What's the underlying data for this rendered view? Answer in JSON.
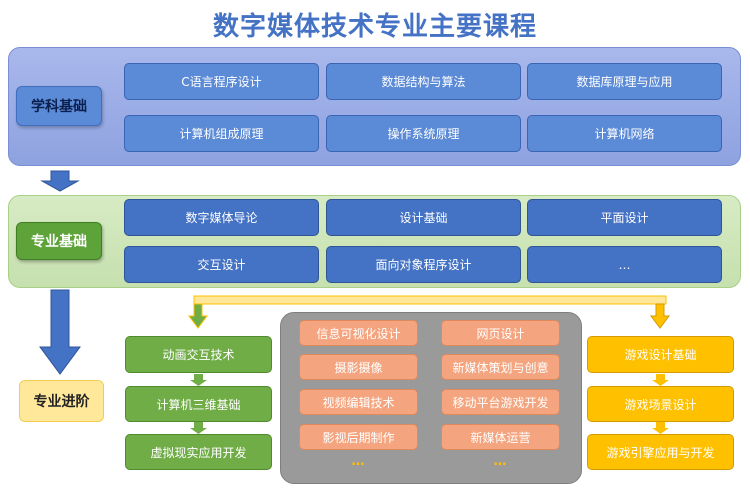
{
  "title": "数字媒体技术专业主要课程",
  "levels": {
    "basic": "学科基础",
    "major": "专业基础",
    "advanced": "专业进阶"
  },
  "basic_courses": [
    "C语言程序设计",
    "数据结构与算法",
    "数据库原理与应用",
    "计算机组成原理",
    "操作系统原理",
    "计算机网络"
  ],
  "major_courses": [
    "数字媒体导论",
    "设计基础",
    "平面设计",
    "交互设计",
    "面向对象程序设计",
    "…"
  ],
  "advanced": {
    "left_track": [
      "动画交互技术",
      "计算机三维基础",
      "虚拟现实应用开发"
    ],
    "middle_left": [
      "信息可视化设计",
      "摄影摄像",
      "视频编辑技术",
      "影视后期制作"
    ],
    "middle_right": [
      "网页设计",
      "新媒体策划与创意",
      "移动平台游戏开发",
      "新媒体运营"
    ],
    "middle_ellipsis": "…",
    "right_track": [
      "游戏设计基础",
      "游戏场景设计",
      "游戏引擎应用与开发"
    ]
  },
  "colors": {
    "title": "#4472c4",
    "green": "#70ad47",
    "yellow": "#ffc000",
    "orange": "#f4a57f",
    "blue": "#4472c4"
  }
}
